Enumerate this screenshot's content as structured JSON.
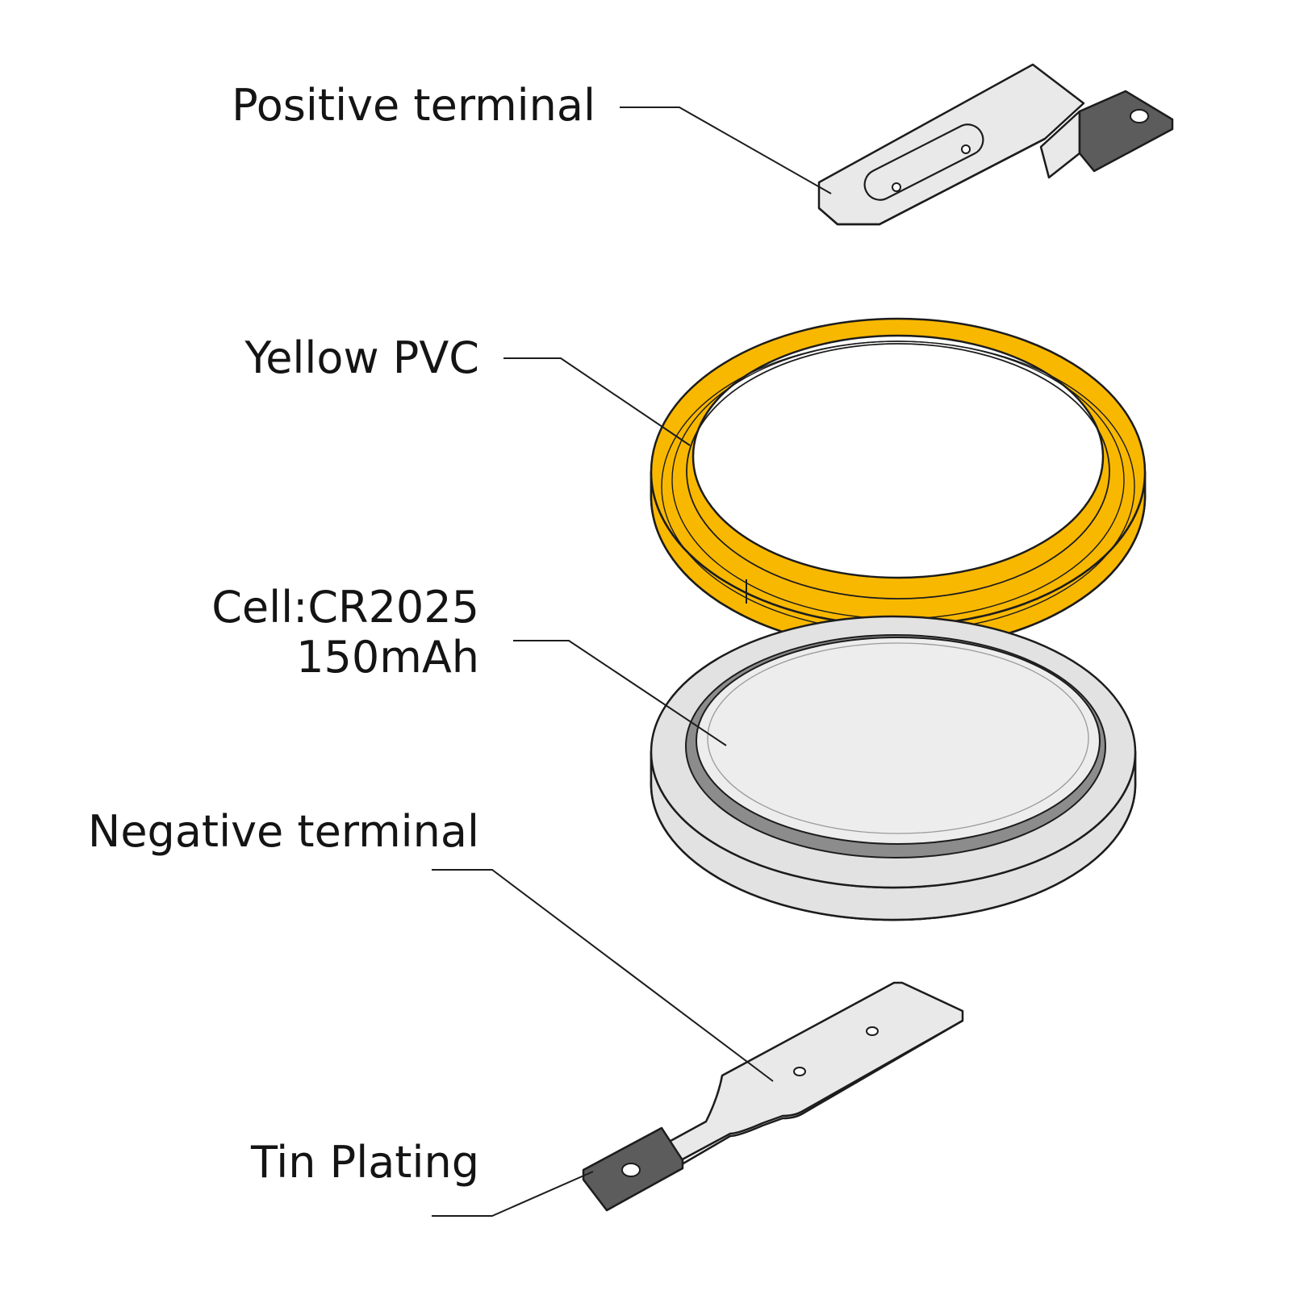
{
  "labels": {
    "positive_terminal": "Positive terminal",
    "yellow_pvc": "Yellow PVC",
    "cell_line1": "Cell:CR2025",
    "cell_line2": "150mAh",
    "negative_terminal": "Negative terminal",
    "tin_plating": "Tin Plating"
  },
  "colors": {
    "pvc": "#F9B800",
    "pvc_dark": "#E3A200",
    "cell_face": "#EDEDED",
    "cell_rim": "#E2E2E2",
    "cell_gasket": "#8C8C8C",
    "tab_face": "#E9E9E9",
    "tin_plating": "#5C5C5C",
    "outline": "#1C1C1C"
  }
}
